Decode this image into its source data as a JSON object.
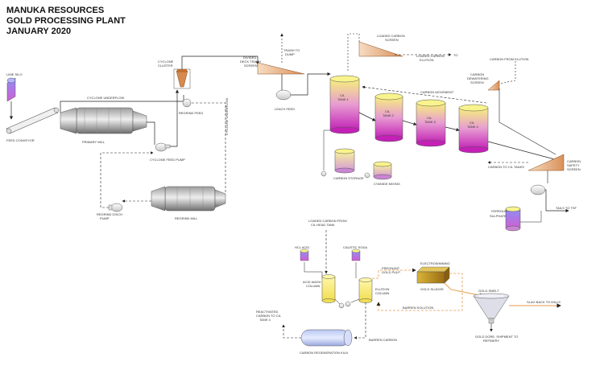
{
  "title": {
    "line1": "MANUKA RESOURCES",
    "line2": "GOLD PROCESSING PLANT",
    "line3": "JANUARY 2020"
  },
  "labels": {
    "lime_silo": "LIME SILO",
    "feed_conveyor": "FEED CONVEYOR",
    "cyclone_underflow_top": "CYCLONE UNDERFLOW",
    "primary_mill": "PRIMARY MILL",
    "cyclone_cluster": "CYCLONE CLUSTER",
    "regrind_feed": "REGRIND FEED",
    "cyclone_feed_pump": "CYCLONE FEED PUMP",
    "cyclone_underflow_side": "CYCLONE UNDERFLOW",
    "regrind_mill": "REGRIND MILL",
    "regrind_disch_pump": "REGRIND DISCH PUMP",
    "dsm_screen": "DIVIDED DECK TRASH SCREEN",
    "trash_to_dump": "TRASH TO DUMP",
    "leach_feed": "LEACH FEED",
    "loaded_carbon_screen": "LOADED CARBON SCREEN",
    "loaded_carbon_elution": "LOADED CARBON ELUTION",
    "to": "TO",
    "carbon_dewatering_screen": "CARBON DEWATERING SCREEN",
    "carbon_from_elution": "CARBON FROM ELUTION",
    "carbon_movement": "CARBON MOVEMENT",
    "cil_tank_1": "CIL TANK 1",
    "cil_tank_2": "CIL TANK 2",
    "cil_tank_3": "CIL TANK 3",
    "cil_tank_4": "CIL TANK 4",
    "carbon_storage": "CARBON STORAGE",
    "cyanide_mixing": "CYANIDE MIXING",
    "carbon_to_cil_tanks": "CARBON TO CIL TANKS",
    "carbon_safety_screen": "CARBON SAFETY SCREEN",
    "tails_to_tsf": "TAILS TO TSF",
    "ferrous_sulphate": "FERROUS SULPHATE",
    "loaded_carbon_from_cil": "LOADED CARBON FROM CIL HEAD TANK",
    "hcl_acid": "HCL ACID",
    "caustic_soda": "CAUSTIC SODA",
    "pregnant_gold_pulp": "PREGNANT GOLD PULP",
    "electrowinning": "ELECTROWINNING",
    "acid_wash_column": "ACID WASH COLUMN",
    "elution_column": "ELUTION COLUMN",
    "gold_sludge": "GOLD SLUDGE",
    "barren_solution": "BARREN SOLUTION",
    "gold_smelt": "GOLD SMELT",
    "slag_back_to_mills": "SLAG BACK TO MILLS",
    "gold_dore": "GOLD DORE, SHIPMENT TO REFINERY",
    "reactivated_carbon": "REACTIVATED CARBON TO CIL TANK 4",
    "barren_carbon": "BARREN CARBON",
    "carbon_regeneration_kiln": "CARBON REGENERATION KILN"
  }
}
